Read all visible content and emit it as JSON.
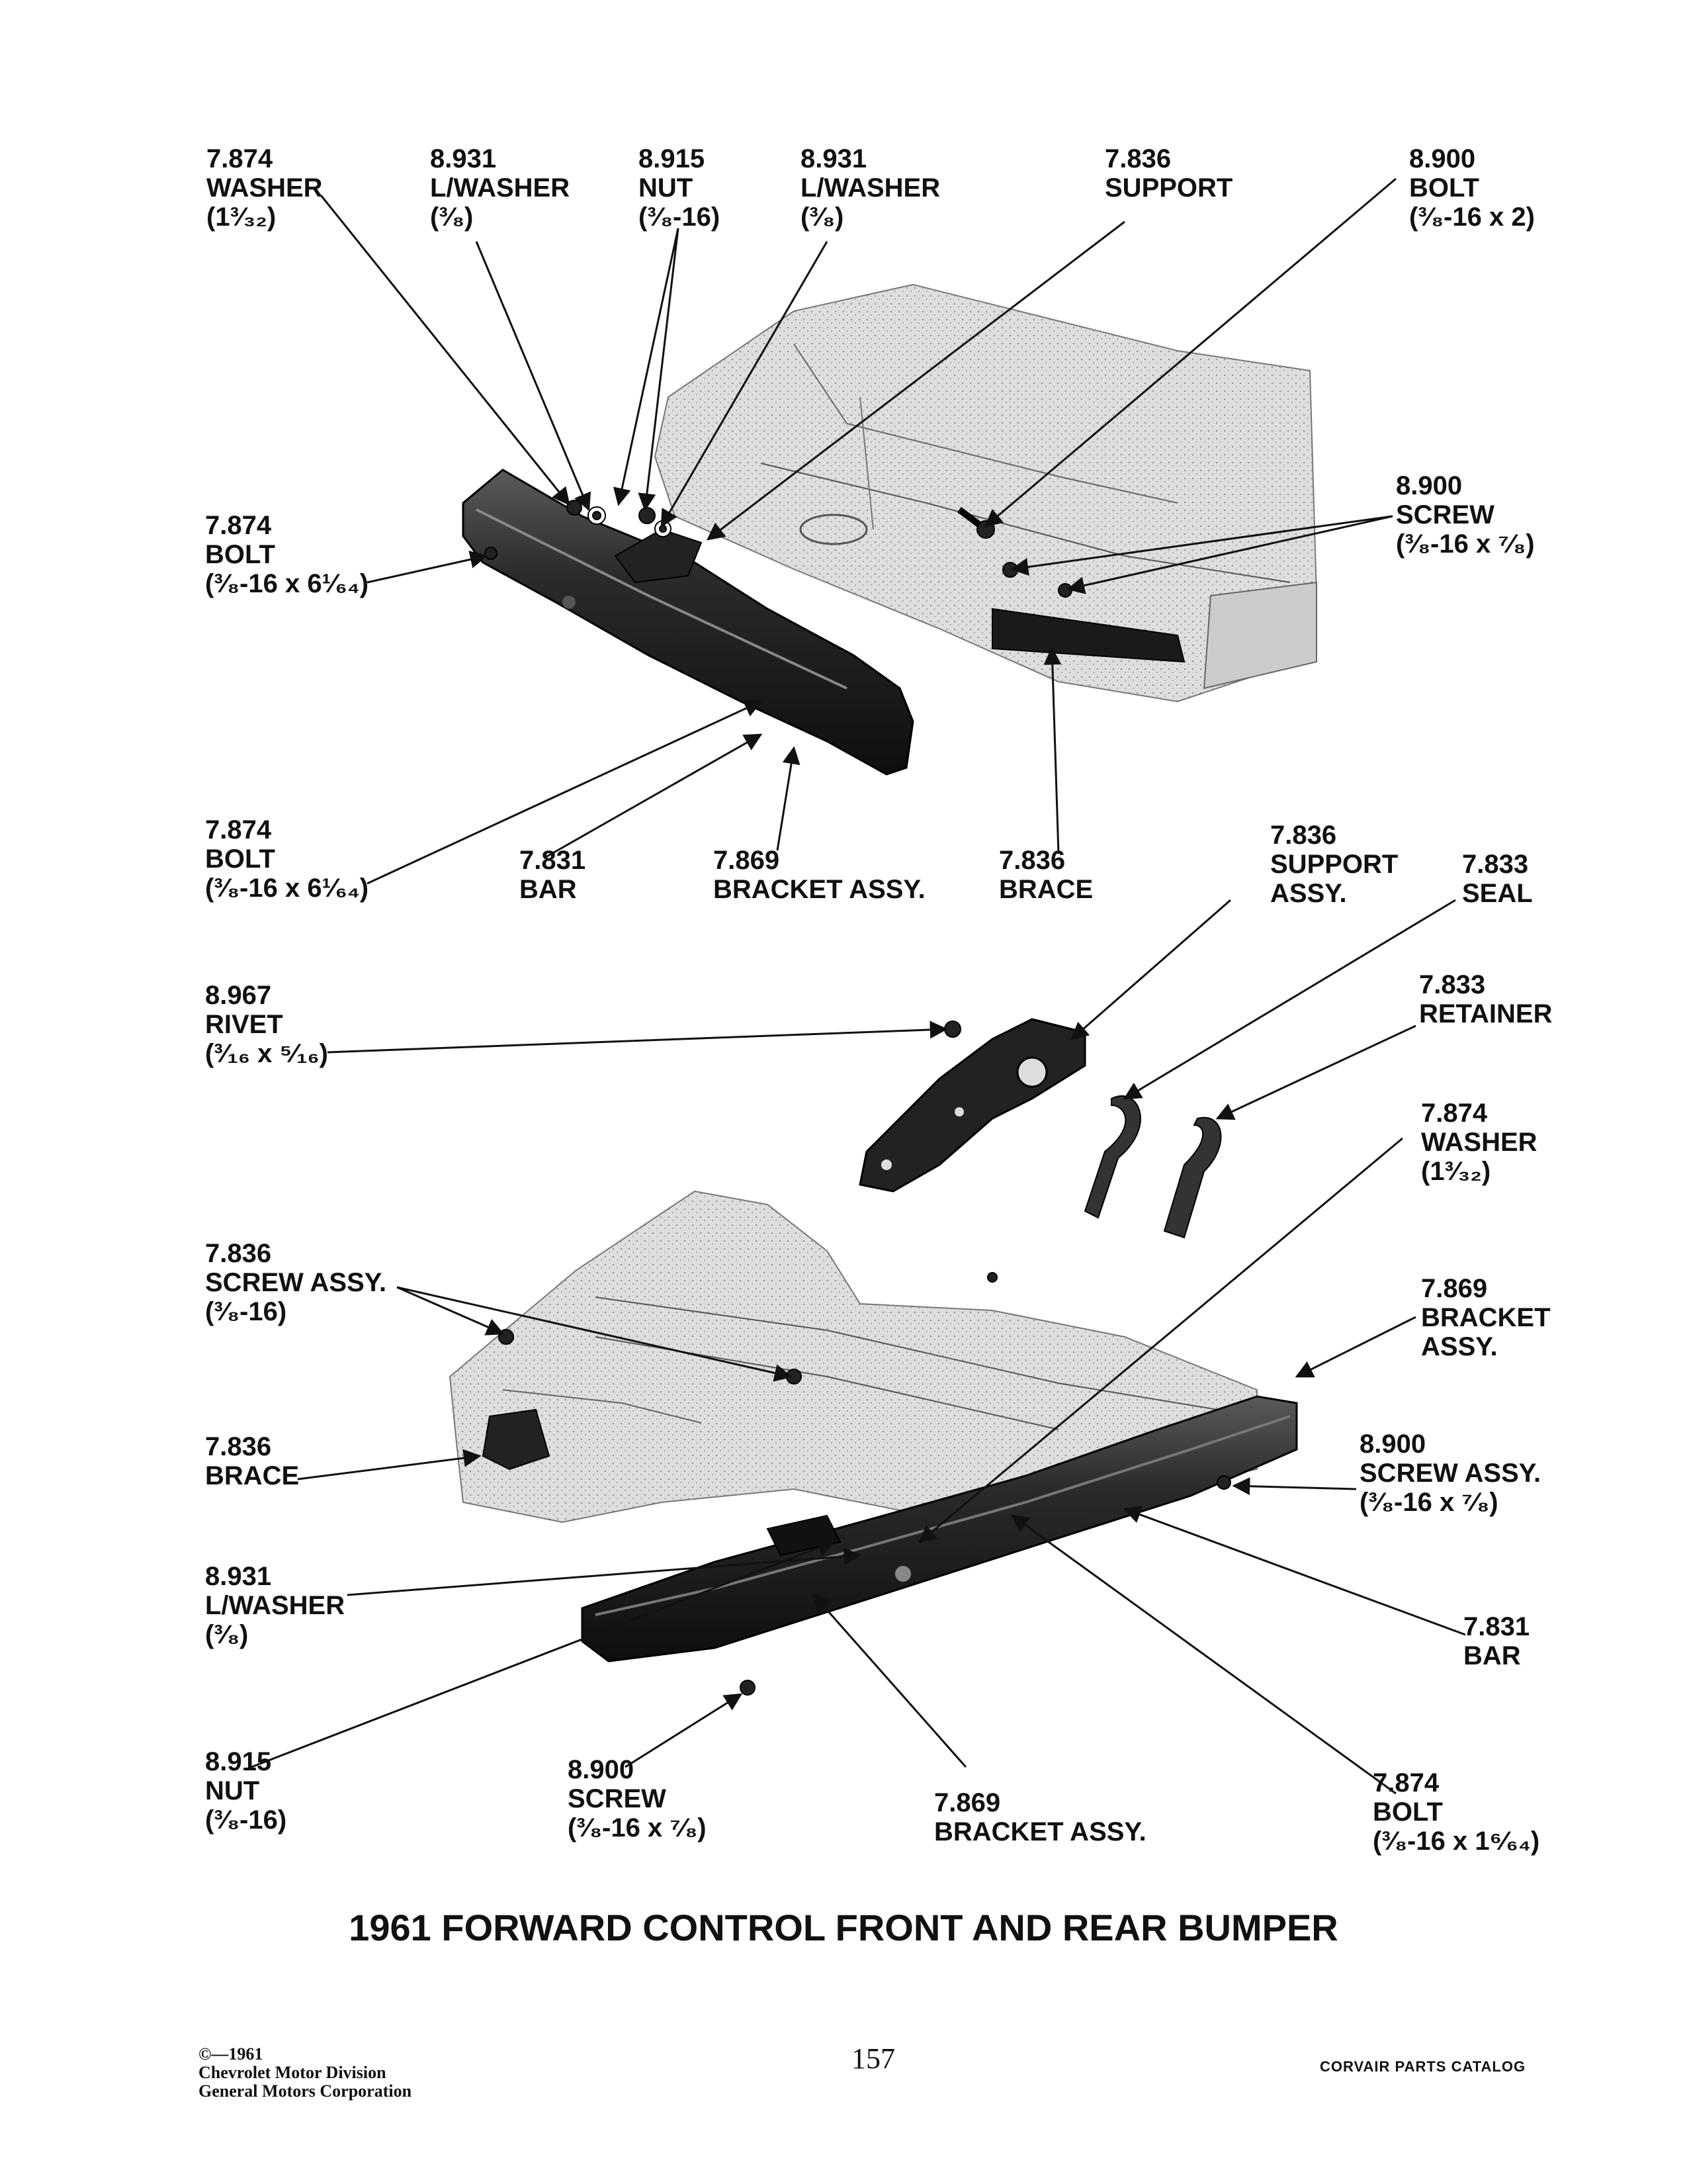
{
  "callouts": {
    "top": [
      {
        "code": "7.874",
        "name": "WASHER",
        "size": "(1³⁄₃₂)"
      },
      {
        "code": "8.931",
        "name": "L/WASHER",
        "size": "(³⁄₈)"
      },
      {
        "code": "8.915",
        "name": "NUT",
        "size": "(³⁄₈-16)"
      },
      {
        "code": "8.931",
        "name": "L/WASHER",
        "size": "(³⁄₈)"
      },
      {
        "code": "7.836",
        "name": "SUPPORT",
        "size": ""
      },
      {
        "code": "8.900",
        "name": "BOLT",
        "size": "(³⁄₈-16 x 2)"
      },
      {
        "code": "7.874",
        "name": "BOLT",
        "size": "(³⁄₈-16 x 6¹⁄₆₄)"
      },
      {
        "code": "8.900",
        "name": "SCREW",
        "size": "(³⁄₈-16 x ⁷⁄₈)"
      },
      {
        "code": "7.874",
        "name": "BOLT",
        "size": "(³⁄₈-16 x 6¹⁄₆₄)"
      },
      {
        "code": "7.831",
        "name": "BAR",
        "size": ""
      },
      {
        "code": "7.869",
        "name": "BRACKET ASSY.",
        "size": ""
      },
      {
        "code": "7.836",
        "name": "BRACE",
        "size": ""
      }
    ],
    "middle": [
      {
        "code": "7.836",
        "name": "SUPPORT",
        "name2": "ASSY."
      },
      {
        "code": "7.833",
        "name": "SEAL"
      },
      {
        "code": "8.967",
        "name": "RIVET",
        "size": "(³⁄₁₆ x ⁵⁄₁₆)"
      },
      {
        "code": "7.833",
        "name": "RETAINER"
      },
      {
        "code": "7.874",
        "name": "WASHER",
        "size": "(1³⁄₃₂)"
      }
    ],
    "bottom": [
      {
        "code": "7.836",
        "name": "SCREW  ASSY.",
        "size": "(³⁄₈-16)"
      },
      {
        "code": "7.869",
        "name": "BRACKET",
        "name2": "ASSY."
      },
      {
        "code": "7.836",
        "name": "BRACE"
      },
      {
        "code": "8.900",
        "name": "SCREW ASSY.",
        "size": "(³⁄₈-16 x ⁷⁄₈)"
      },
      {
        "code": "8.931",
        "name": "L/WASHER",
        "size": "(³⁄₈)"
      },
      {
        "code": "7.831",
        "name": "BAR"
      },
      {
        "code": "8.915",
        "name": "NUT",
        "size": "(³⁄₈-16)"
      },
      {
        "code": "8.900",
        "name": "SCREW",
        "size": "(³⁄₈-16 x ⁷⁄₈)"
      },
      {
        "code": "7.869",
        "name": "BRACKET ASSY."
      },
      {
        "code": "7.874",
        "name": "BOLT",
        "size": "(³⁄₈-16 x 1⁶⁄₆₄)"
      }
    ]
  },
  "title": "1961 FORWARD CONTROL FRONT AND REAR BUMPER",
  "footer": {
    "copyright": "©—1961",
    "company1": "Chevrolet Motor Division",
    "company2": "General Motors Corporation",
    "page": "157",
    "catalog": "CORVAIR PARTS CATALOG"
  }
}
